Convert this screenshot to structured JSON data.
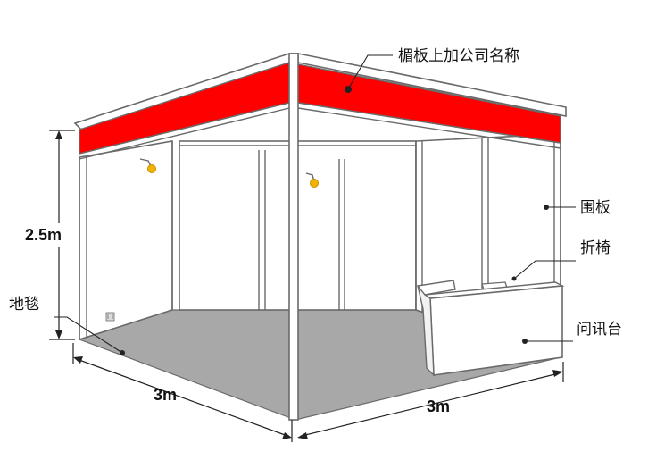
{
  "labels": {
    "fascia": "楣板上加公司名称",
    "wall_panel": "围板",
    "folding_chair": "折椅",
    "info_desk": "问讯台",
    "carpet": "地毯"
  },
  "dimensions": {
    "height": "2.5m",
    "width_left": "3m",
    "width_right": "3m"
  },
  "colors": {
    "fascia": "#ff0000",
    "carpet": "#a8a8a8",
    "frame": "#6a6a6a",
    "spotlight": "#f2b400"
  }
}
